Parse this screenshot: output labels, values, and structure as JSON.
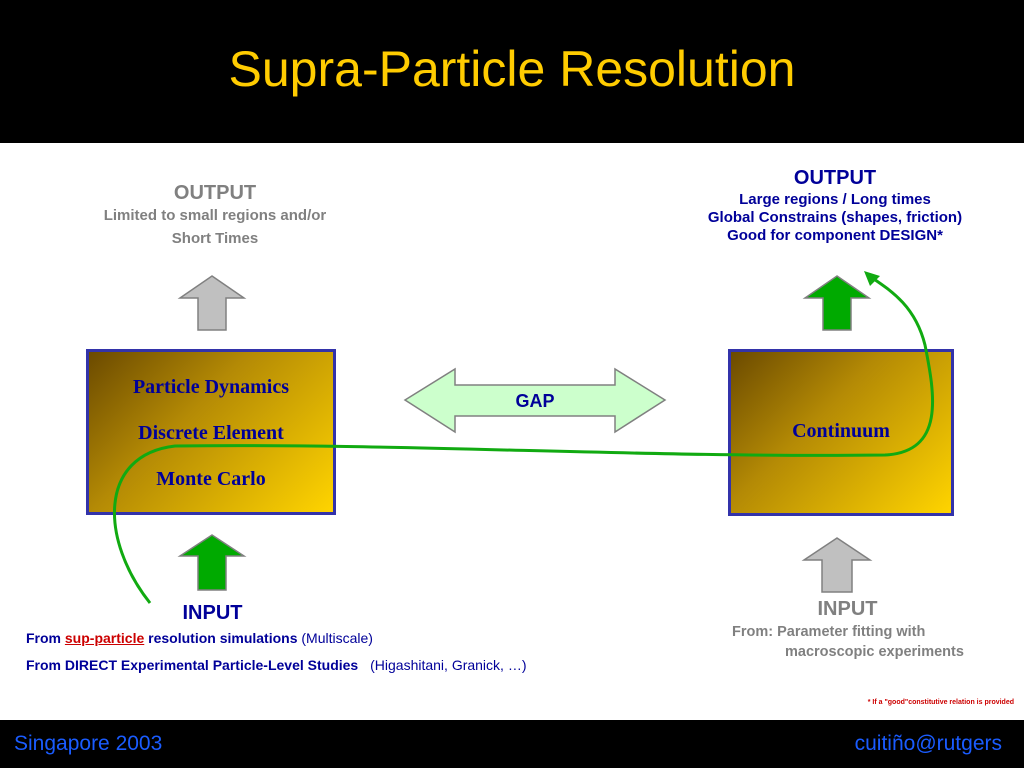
{
  "title": "Supra-Particle Resolution",
  "left_output": {
    "heading": "OUTPUT",
    "line1": "Limited to small regions and/or",
    "line2": "Short Times"
  },
  "right_output": {
    "heading": "OUTPUT",
    "line1": "Large regions / Long times",
    "line2": "Global Constrains (shapes, friction)",
    "line3": "Good for component DESIGN*"
  },
  "left_box": {
    "line1": "Particle Dynamics",
    "line2": "Discrete Element",
    "line3": "Monte Carlo"
  },
  "right_box": {
    "line1": "Continuum"
  },
  "gap_label": "GAP",
  "left_input": {
    "heading": "INPUT",
    "line1_prefix": "From ",
    "line1_link": "sup-particle",
    "line1_mid": " resolution  simulations ",
    "line1_suffix": "(Multiscale)",
    "line2_main": "From DIRECT Experimental Particle-Level Studies",
    "line2_suffix": "(Higashitani, Granick, …)"
  },
  "right_input": {
    "heading": "INPUT",
    "line1": "From: Parameter fitting with",
    "line2": "macroscopic experiments"
  },
  "note": "* If a \"good\"constitutive relation is provided",
  "footer": {
    "left": "Singapore 2003",
    "right": "cuitiño@rutgers"
  },
  "colors": {
    "title": "#ffcc00",
    "navy": "#000099",
    "gray_text": "#808080",
    "green_arrow": "#00aa00",
    "gray_arrow": "#c0c0c0",
    "gap_fill": "#ccffcc",
    "footer_text": "#1a5cff"
  }
}
